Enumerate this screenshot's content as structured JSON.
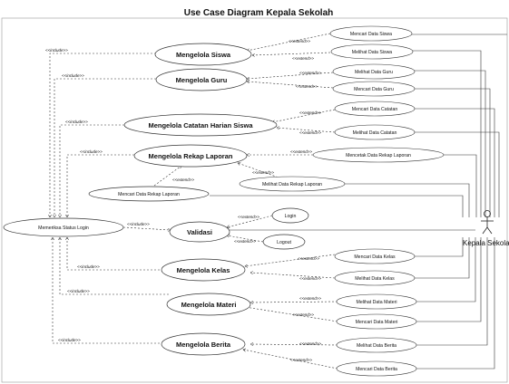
{
  "title": "Use Case Diagram Kepala Sekolah",
  "actor": {
    "name": "Kepala Sekolah"
  },
  "relation_labels": {
    "include": "<<include>>",
    "extend": "<<extend>>"
  },
  "use_cases": {
    "kelola_siswa": "Mengelola Siswa",
    "kelola_guru": "Mengelola Guru",
    "kelola_catatan": "Mengelola Catatan Harian Siswa",
    "kelola_rekap": "Mengelola Rekap Laporan",
    "mencari_rekap": "Mencari Data Rekap Laporan",
    "memeriksa_login": "Memeriksa Status Login",
    "validasi": "Validasi",
    "login": "Login",
    "logout": "Logout",
    "kelola_kelas": "Mengelola Kelas",
    "kelola_materi": "Mengelola Materi",
    "kelola_berita": "Mengelola Berita",
    "mencari_siswa": "Mencari Data Siswa",
    "melihat_siswa": "Melihat Data Siswa",
    "melihat_guru": "Melihat Data Guru",
    "mencari_guru": "Mencari Data Guru",
    "mencari_catatan": "Mencari Data Catatan",
    "melihat_catatan": "Melihat Data Catatan",
    "mencetak_rekap": "Mencetak Data Rekap Laporan",
    "melihat_rekap": "Melihat Data Rekap Laporan",
    "mencari_kelas": "Mencari Data Kelas",
    "melihat_kelas": "Melihat Data Kelas",
    "melihat_materi": "Melihat Data Materi",
    "mencari_materi": "Mencari Data Materi",
    "melihat_berita": "Melihat Data Berita",
    "mencari_berita": "Mencari Data Berita"
  },
  "colors": {
    "line": "#222222",
    "ellipse_fill": "#ffffff",
    "ellipse_stroke": "#333333",
    "text": "#111111"
  }
}
